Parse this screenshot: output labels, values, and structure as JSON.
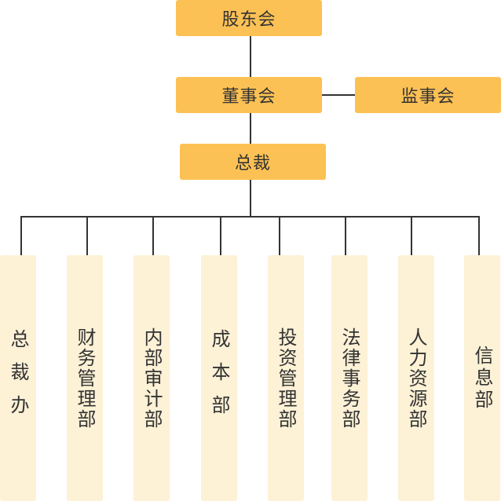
{
  "colors": {
    "top_box": "#fcc154",
    "dept_box": "#fdf1d6",
    "line": "#333333",
    "text": "#333333"
  },
  "nodes": {
    "shareholders": "股东会",
    "board": "董事会",
    "supervisors": "监事会",
    "president": "总裁"
  },
  "departments": [
    {
      "label": "总裁办"
    },
    {
      "label": "财务管理部"
    },
    {
      "label": "内部审计部"
    },
    {
      "label": "成本部"
    },
    {
      "label": "投资管理部"
    },
    {
      "label": "法律事务部"
    },
    {
      "label": "人力资源部"
    },
    {
      "label": "信息部"
    }
  ]
}
